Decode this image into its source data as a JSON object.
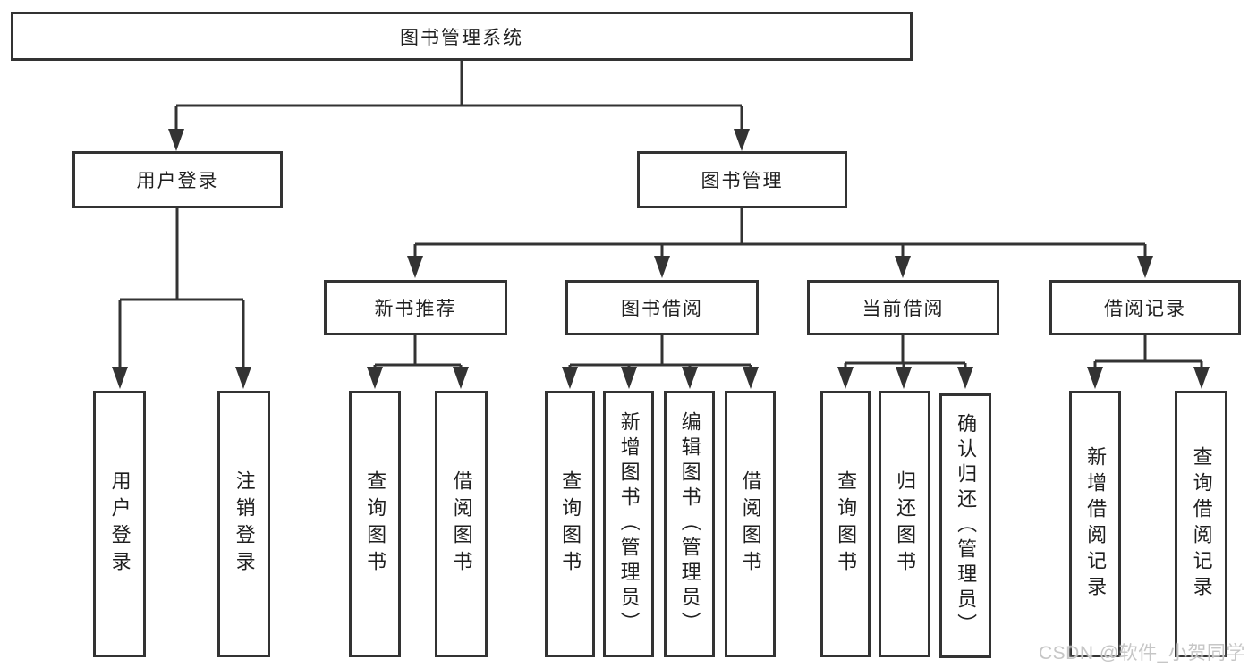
{
  "diagram": {
    "watermark": "CSDN @软件_小贺同学",
    "colors": {
      "line": "#333333",
      "text": "#1f1f1f",
      "watermark": "#c6c6c6",
      "background": "#ffffff"
    },
    "tree": {
      "root": {
        "label": "图书管理系统"
      },
      "branches": [
        {
          "label": "用户登录",
          "children": [
            {
              "label": "用户登录"
            },
            {
              "label": "注销登录"
            }
          ]
        },
        {
          "label": "图书管理",
          "children": [
            {
              "label": "新书推荐",
              "children": [
                {
                  "label": "查询图书"
                },
                {
                  "label": "借阅图书"
                }
              ]
            },
            {
              "label": "图书借阅",
              "children": [
                {
                  "label": "查询图书"
                },
                {
                  "label": "新增图书（管理员）"
                },
                {
                  "label": "编辑图书（管理员）"
                },
                {
                  "label": "借阅图书"
                }
              ]
            },
            {
              "label": "当前借阅",
              "children": [
                {
                  "label": "查询图书"
                },
                {
                  "label": "归还图书"
                },
                {
                  "label": "确认归还（管理员）"
                }
              ]
            },
            {
              "label": "借阅记录",
              "children": [
                {
                  "label": "新增借阅记录"
                },
                {
                  "label": "查询借阅记录"
                }
              ]
            }
          ]
        }
      ]
    }
  }
}
